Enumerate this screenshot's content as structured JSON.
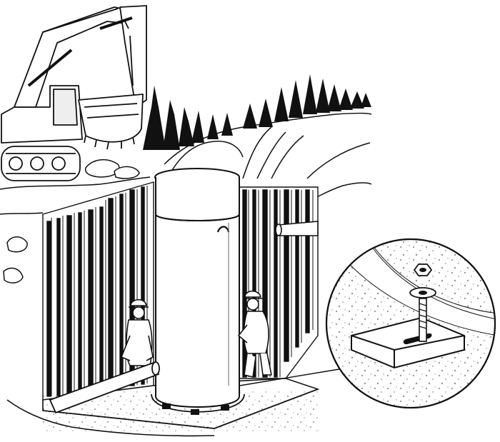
{
  "illustration": {
    "colors": {
      "ink": "#111111",
      "paper": "#ffffff",
      "shade": "#2a2a2a"
    },
    "elements": [
      "excavator",
      "tree-line",
      "sheet-pile-shoring",
      "cylindrical-manhole-section",
      "construction-workers",
      "pipe",
      "concrete-base-slab",
      "detail-callout-anchor-bolt"
    ]
  }
}
